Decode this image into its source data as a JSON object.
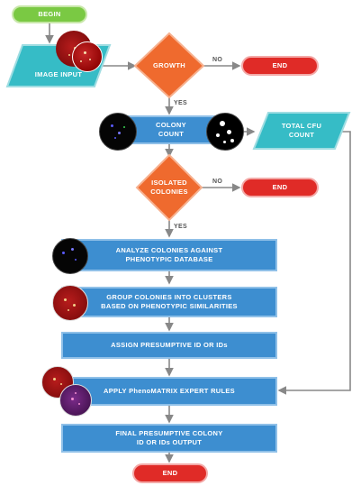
{
  "nodes": {
    "begin": "BEGIN",
    "image_input": "IMAGE INPUT",
    "growth": "GROWTH",
    "end1": "END",
    "colony_count_l1": "COLONY",
    "colony_count_l2": "COUNT",
    "total_cfu_l1": "TOTAL CFU",
    "total_cfu_l2": "COUNT",
    "isolated_l1": "ISOLATED",
    "isolated_l2": "COLONIES",
    "end2": "END",
    "analyze_l1": "ANALYZE COLONIES AGAINST",
    "analyze_l2": "PHENOTYPIC DATABASE",
    "group_l1": "GROUP COLONIES INTO CLUSTERS",
    "group_l2": "BASED ON PHENOTYPIC SIMILARITIES",
    "assign": "ASSIGN PRESUMPTIVE ID OR IDs",
    "apply": "APPLY PhenoMATRIX EXPERT RULES",
    "final_l1": "FINAL PRESUMPTIVE COLONY",
    "final_l2": "ID OR IDs OUTPUT",
    "end3": "END"
  },
  "edge_labels": {
    "growth_no": "NO",
    "growth_yes": "YES",
    "isolated_no": "NO",
    "isolated_yes": "YES"
  },
  "colors": {
    "green": "#7ac943",
    "teal": "#36bcc6",
    "orange": "#ef6a2e",
    "red": "#e02b27",
    "blue": "#3d8ed0",
    "connector": "#888888"
  }
}
